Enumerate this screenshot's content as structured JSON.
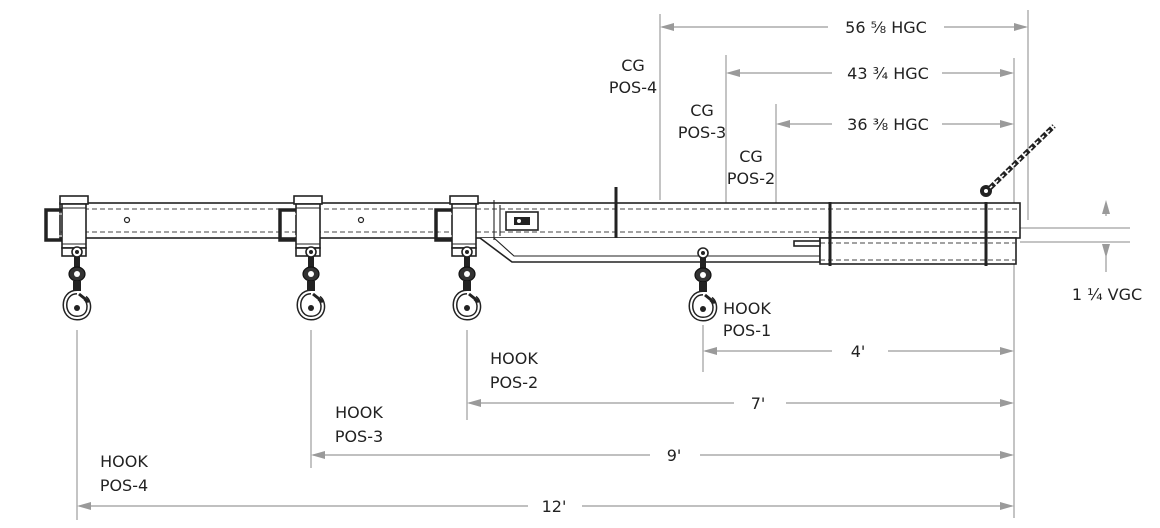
{
  "cg_labels": {
    "pos4": {
      "line1": "CG",
      "line2": "POS-4"
    },
    "pos3": {
      "line1": "CG",
      "line2": "POS-3"
    },
    "pos2": {
      "line1": "CG",
      "line2": "POS-2"
    }
  },
  "hgc_dims": {
    "d1": "56 ⅝ HGC",
    "d2": "43 ¾ HGC",
    "d3": "36 ⅜ HGC"
  },
  "vgc_dim": "1 ¼ VGC",
  "hook_labels": {
    "pos1": {
      "line1": "HOOK",
      "line2": "POS-1"
    },
    "pos2": {
      "line1": "HOOK",
      "line2": "POS-2"
    },
    "pos3": {
      "line1": "HOOK",
      "line2": "POS-3"
    },
    "pos4": {
      "line1": "HOOK",
      "line2": "POS-4"
    }
  },
  "length_dims": {
    "pos1": "4'",
    "pos2": "7'",
    "pos3": "9'",
    "pos4": "12'"
  },
  "colors": {
    "line": "#222222",
    "dimension": "#9a9a9a"
  }
}
